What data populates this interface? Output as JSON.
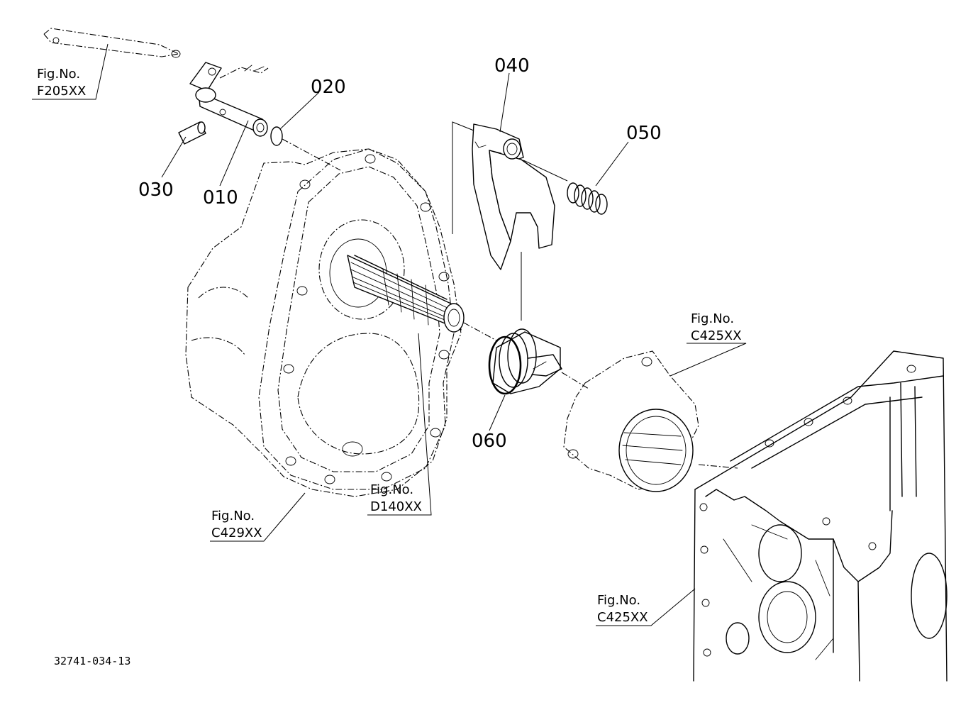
{
  "diagram": {
    "part_labels": [
      "010",
      "020",
      "030",
      "040",
      "050",
      "060"
    ],
    "figure_refs": [
      {
        "line1": "Fig.No.",
        "line2": "F205XX"
      },
      {
        "line1": "Fig.No.",
        "line2": "C425XX"
      },
      {
        "line1": "Fig.No.",
        "line2": "D140XX"
      },
      {
        "line1": "Fig.No.",
        "line2": "C429XX"
      },
      {
        "line1": "Fig.No.",
        "line2": "C425XX"
      }
    ],
    "drawing_id": "32741-034-13"
  }
}
